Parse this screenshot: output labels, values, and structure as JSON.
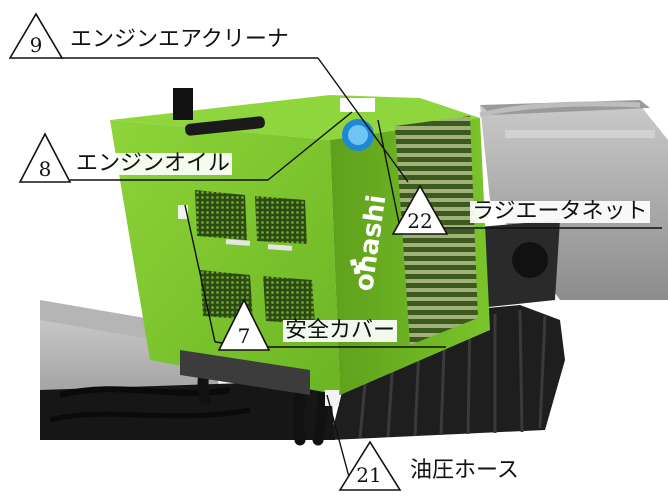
{
  "labels": [
    {
      "number": "9",
      "text": "エンジンエアクリーナ"
    },
    {
      "number": "8",
      "text": "エンジンオイル"
    },
    {
      "number": "22",
      "text": "ラジエータネット"
    },
    {
      "number": "7",
      "text": "安全カバー"
    },
    {
      "number": "21",
      "text": "油圧ホース"
    }
  ],
  "machine": {
    "brand_text": "ohashi",
    "body_color": "#7cc52a",
    "track_color": "#1e1e1e"
  }
}
